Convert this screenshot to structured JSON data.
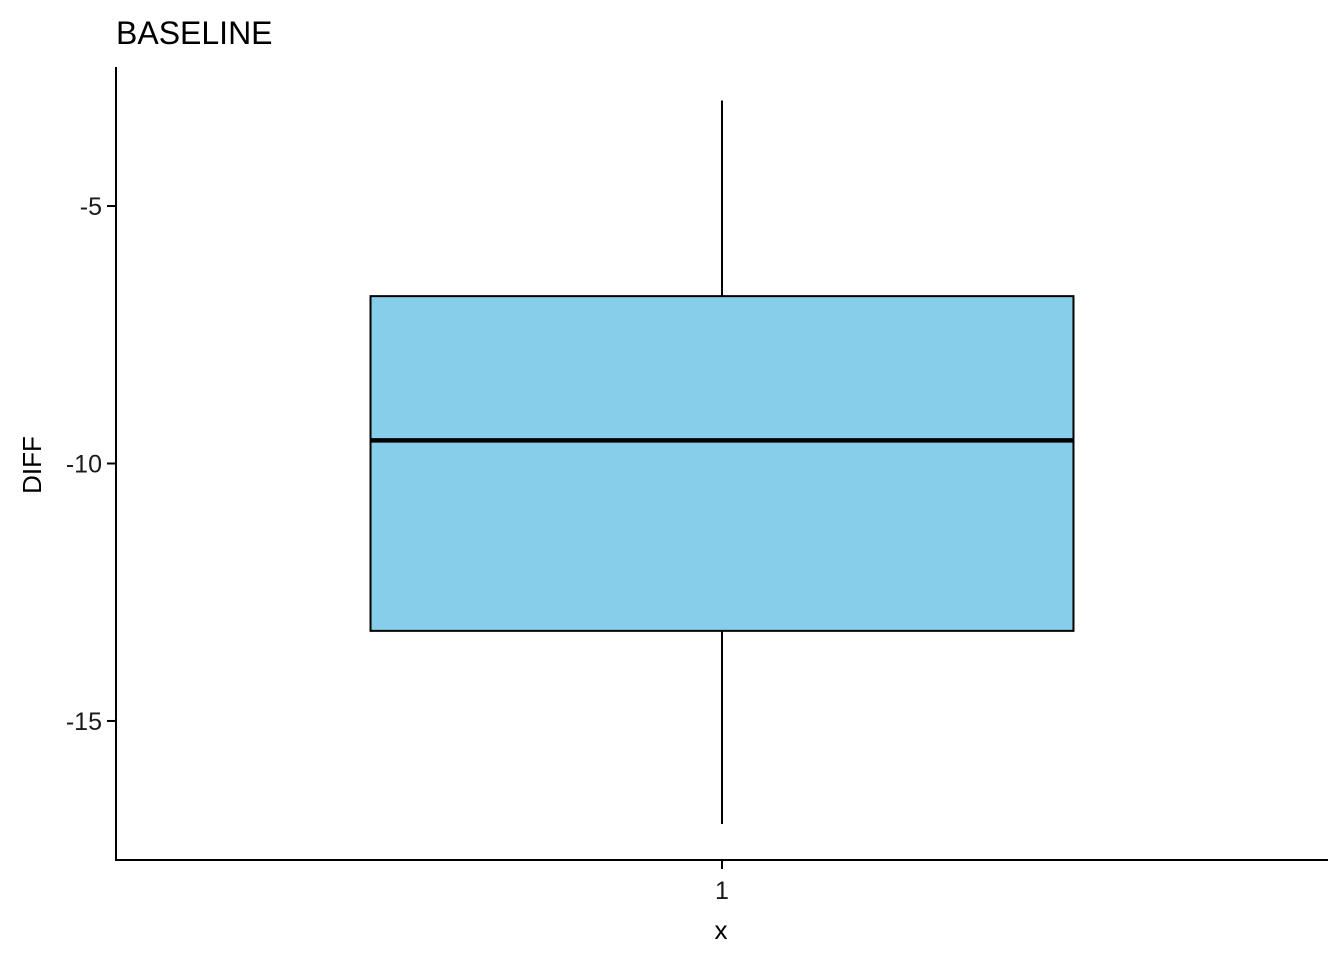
{
  "chart_data": {
    "type": "boxplot",
    "title": "BASELINE",
    "xlabel": "x",
    "ylabel": "DIFF",
    "categories": [
      "1"
    ],
    "boxes": [
      {
        "category": "1",
        "whisker_low": -17.0,
        "q1": -13.25,
        "median": -9.55,
        "q3": -6.75,
        "whisker_high": -2.95
      }
    ],
    "ylim": [
      -17.7,
      -2.3
    ],
    "yticks": [
      -5,
      -10,
      -15
    ],
    "ytick_labels": [
      "-5",
      "-10",
      "-15"
    ],
    "xtick_labels": [
      "1"
    ],
    "grid": false,
    "legend": "none",
    "colors": {
      "box_fill": "#87CEEB",
      "stroke": "#000000"
    }
  }
}
